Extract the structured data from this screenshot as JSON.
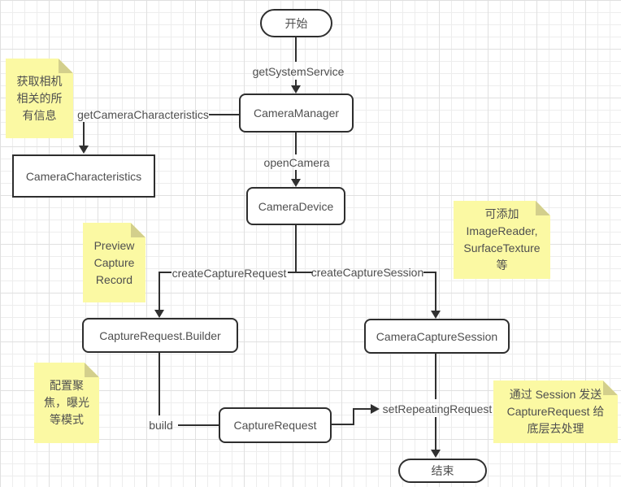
{
  "diagram": {
    "nodes": {
      "start": {
        "label": "开始"
      },
      "camera_manager": {
        "label": "CameraManager"
      },
      "camera_characteristics": {
        "label": "CameraCharacteristics"
      },
      "camera_device": {
        "label": "CameraDevice"
      },
      "capture_request_builder": {
        "label": "CaptureRequest.Builder"
      },
      "camera_capture_session": {
        "label": "CameraCaptureSession"
      },
      "capture_request": {
        "label": "CaptureRequest"
      },
      "end": {
        "label": "结束"
      }
    },
    "edges": {
      "get_system_service": {
        "label": "getSystemService"
      },
      "get_camera_characteristics": {
        "label": "getCameraCharacteristics"
      },
      "open_camera": {
        "label": "openCamera"
      },
      "create_capture_request": {
        "label": "createCaptureRequest"
      },
      "create_capture_session": {
        "label": "createCaptureSession"
      },
      "build": {
        "label": "build"
      },
      "set_repeating_request": {
        "label": "setRepeatingRequest"
      }
    },
    "notes": {
      "camera_info": {
        "text": "获取相机\n相关的所\n有信息"
      },
      "preview": {
        "text": "Preview\nCapture\nRecord"
      },
      "surfaces": {
        "text": "可添加\nImageReader,\nSurfaceTexture\n等"
      },
      "config": {
        "text": "配置聚\n焦，曝光\n等模式"
      },
      "session_send": {
        "text": "通过 Session 发送\nCaptureRequest 给\n底层去处理"
      }
    },
    "colors": {
      "canvas_bg": "#ffffff",
      "grid_minor": "#ededed",
      "grid_major": "#e0e0e0",
      "node_fill": "#ffffff",
      "node_border": "#2e2e2e",
      "line": "#303030",
      "text": "#4f4f4f",
      "note_fill": "#fbf9a3",
      "note_fold": "#d3cf8c"
    }
  }
}
